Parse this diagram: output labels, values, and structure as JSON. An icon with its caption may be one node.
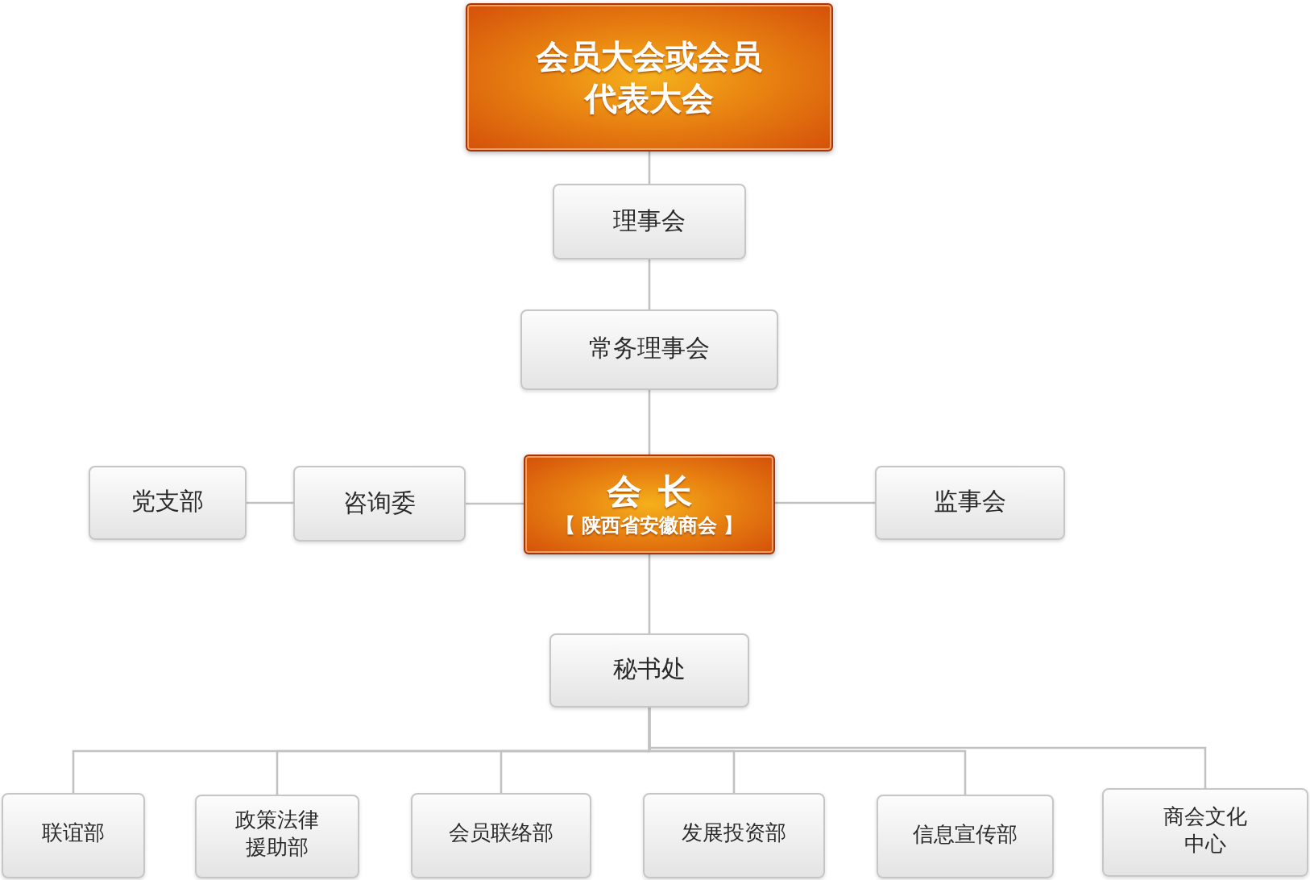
{
  "diagram": {
    "nodes": [
      {
        "text": [
          "会员大会或会员代表大会"
        ]
      },
      {
        "text": [
          "理事会"
        ]
      },
      {
        "text": [
          "常务理事会"
        ]
      },
      {
        "text": [
          "党支部"
        ]
      },
      {
        "text": [
          "咨询委"
        ]
      },
      {
        "text": [
          "会长",
          "【 陕西省安徽商会 】"
        ]
      },
      {
        "text": [
          "监事会"
        ]
      },
      {
        "text": [
          "秘书处"
        ]
      },
      {
        "text": [
          "联谊部"
        ]
      },
      {
        "text": [
          "政策法律援助部"
        ]
      },
      {
        "text": [
          "会员联络部"
        ]
      },
      {
        "text": [
          "发展投资部"
        ]
      },
      {
        "text": [
          "信息宣传部"
        ]
      },
      {
        "text": [
          "商会文化中心"
        ]
      }
    ],
    "edges": [
      {
        "from": 0,
        "to": 1,
        "arrow": "none"
      },
      {
        "from": 1,
        "to": 2,
        "arrow": "none"
      },
      {
        "from": 2,
        "to": 5,
        "arrow": "none"
      },
      {
        "from": 5,
        "to": 4,
        "arrow": "none"
      },
      {
        "from": 4,
        "to": 3,
        "arrow": "none"
      },
      {
        "from": 5,
        "to": 6,
        "arrow": "none"
      },
      {
        "from": 5,
        "to": 7,
        "arrow": "none"
      },
      {
        "from": 7,
        "to": 8,
        "arrow": "none"
      },
      {
        "from": 7,
        "to": 9,
        "arrow": "none"
      },
      {
        "from": 7,
        "to": 10,
        "arrow": "none"
      },
      {
        "from": 7,
        "to": 11,
        "arrow": "none"
      },
      {
        "from": 7,
        "to": 12,
        "arrow": "none"
      },
      {
        "from": 7,
        "to": 13,
        "arrow": "none"
      }
    ]
  }
}
